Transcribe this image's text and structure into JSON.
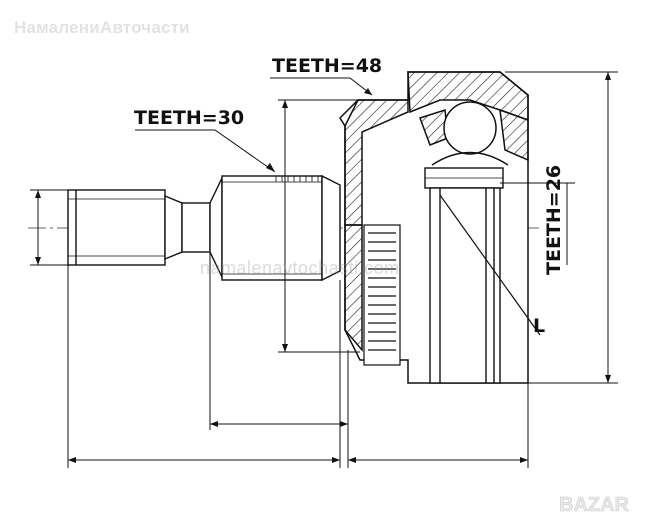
{
  "watermarks": {
    "top_text": "НамалениАвточасти",
    "mid_text": "namalenavtochasti.com"
  },
  "labels": {
    "teeth_48": "TEETH=48",
    "teeth_30": "TEETH=30",
    "teeth_26": "TEETH=26",
    "marker_l": "L"
  },
  "logo": {
    "text": "BAZAR"
  },
  "colors": {
    "line": "#111111",
    "watermark": "#e2e2e2"
  }
}
